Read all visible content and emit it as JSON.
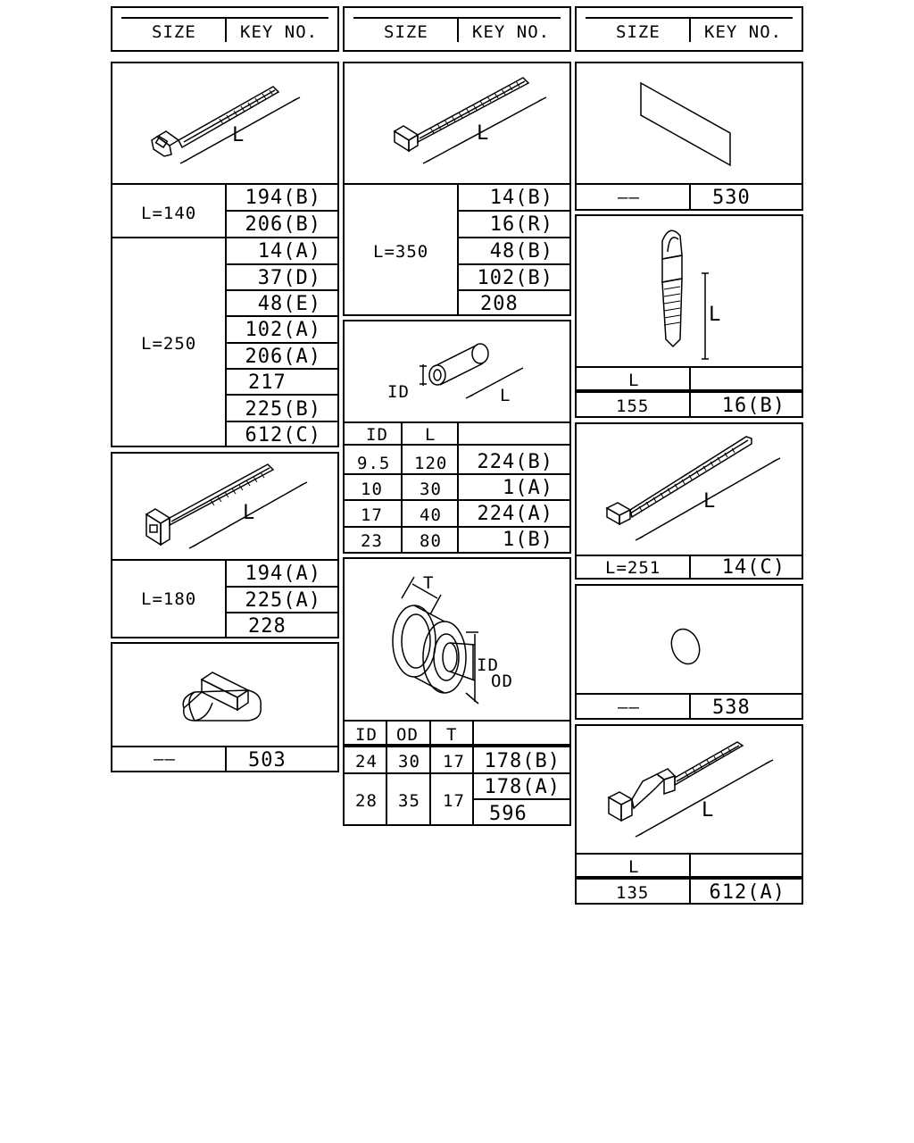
{
  "headers": [
    {
      "size": "SIZE",
      "key": "KEY NO."
    },
    {
      "size": "SIZE",
      "key": "KEY NO."
    },
    {
      "size": "SIZE",
      "key": "KEY NO."
    }
  ],
  "col1": {
    "tie1": {
      "dim": "L",
      "groups": [
        {
          "size": "L=140",
          "keys": [
            "194(B)",
            "206(B)"
          ]
        },
        {
          "size": "L=250",
          "keys": [
            "14(A)",
            "37(D)",
            "48(E)",
            "102(A)",
            "206(A)",
            "217",
            "225(B)",
            "612(C)"
          ]
        }
      ]
    },
    "tie2": {
      "dim": "L",
      "groups": [
        {
          "size": "L=180",
          "keys": [
            "194(A)",
            "225(A)",
            "228"
          ]
        }
      ]
    },
    "clip": {
      "size": "——",
      "key": "503"
    }
  },
  "col2": {
    "tie3": {
      "dim": "L",
      "size": "L=350",
      "keys": [
        "14(B)",
        "16(R)",
        "48(B)",
        "102(B)",
        "208"
      ]
    },
    "tube": {
      "dims": {
        "id": "ID",
        "l": "L"
      },
      "headers": [
        "ID",
        "L",
        ""
      ],
      "rows": [
        [
          "9.5",
          "120",
          "224(B)"
        ],
        [
          "10",
          "30",
          "1(A)"
        ],
        [
          "17",
          "40",
          "224(A)"
        ],
        [
          "23",
          "80",
          "1(B)"
        ]
      ]
    },
    "grommet": {
      "dims": {
        "t": "T",
        "id": "ID",
        "od": "OD"
      },
      "headers": [
        "ID",
        "OD",
        "T",
        ""
      ],
      "rows": [
        {
          "id": "24",
          "od": "30",
          "t": "17",
          "keys": [
            "178(B)"
          ]
        },
        {
          "id": "28",
          "od": "35",
          "t": "17",
          "keys": [
            "178(A)",
            "596"
          ]
        }
      ]
    }
  },
  "col3": {
    "pad": {
      "size": "——",
      "key": "530"
    },
    "clip": {
      "dim": "L",
      "header_l": "L",
      "header_key": "",
      "l": "155",
      "key": "16(B)"
    },
    "tie4": {
      "dim": "L",
      "size": "L=251",
      "key": "14(C)"
    },
    "disc": {
      "size": "——",
      "key": "538"
    },
    "clamp": {
      "dim": "L",
      "header_l": "L",
      "header_key": "",
      "l": "135",
      "key": "612(A)"
    }
  }
}
